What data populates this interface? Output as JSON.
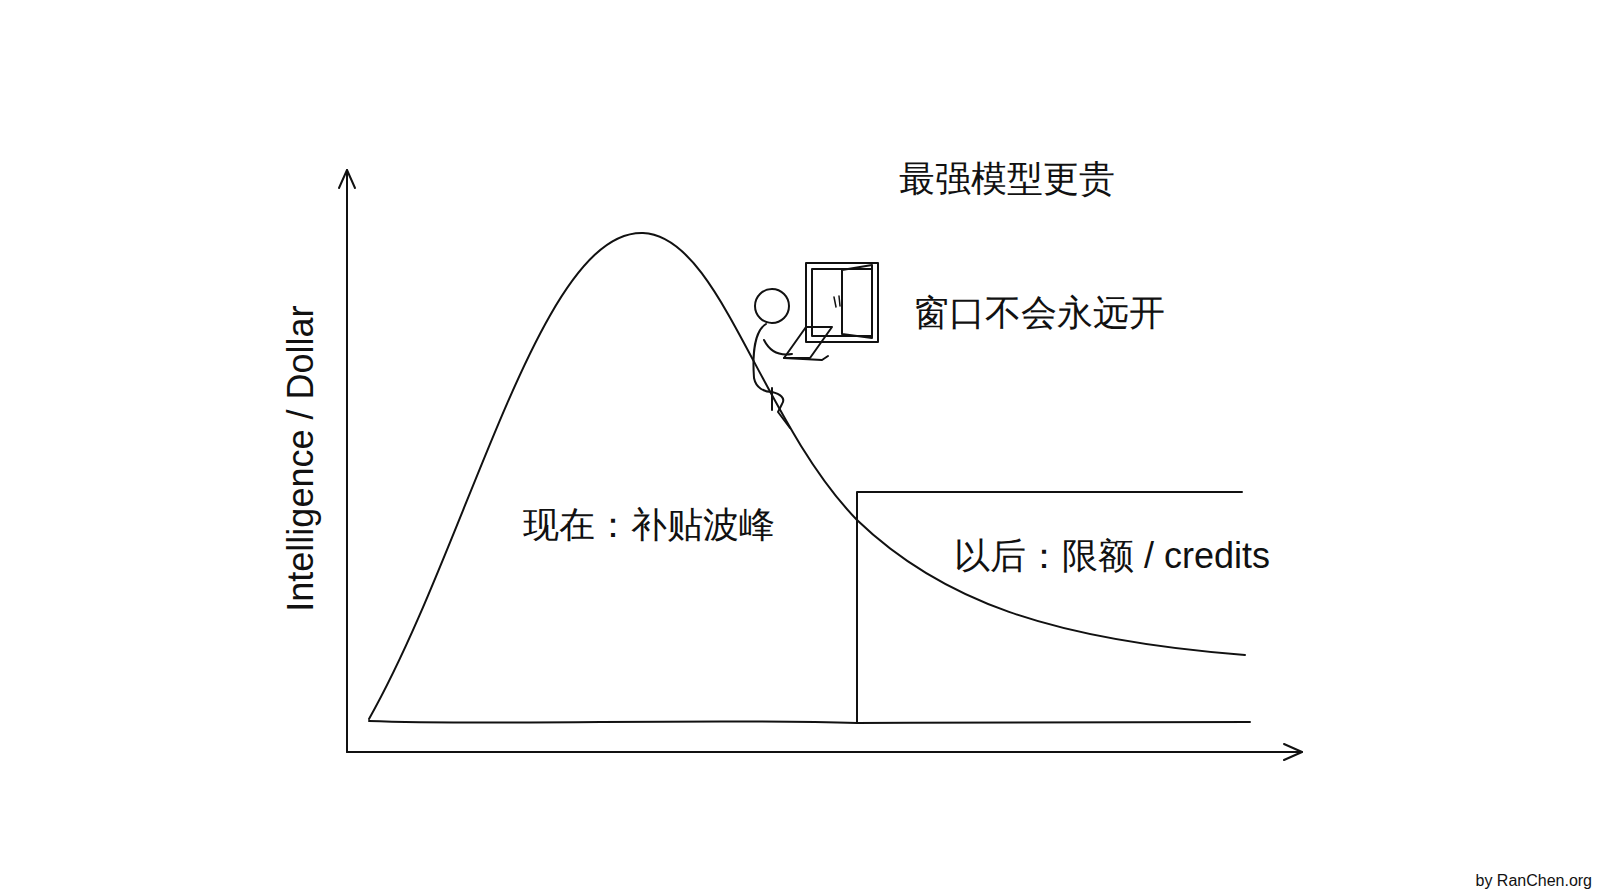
{
  "diagram": {
    "labels": [
      "最强模型更贵",
      "窗口不会永远开",
      "现在：补贴波峰",
      "以后：限额 / credits",
      "Intelligence / Dollar",
      "by RanChen.org"
    ]
  }
}
